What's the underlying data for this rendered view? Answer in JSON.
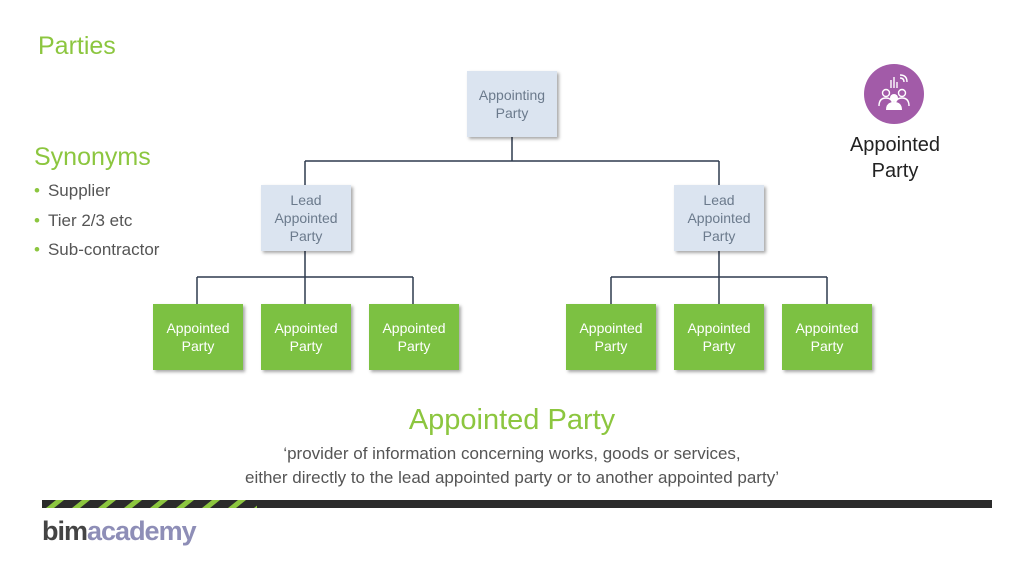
{
  "header": {
    "title": "Parties"
  },
  "synonyms": {
    "title": "Synonyms",
    "items": [
      "Supplier",
      "Tier 2/3 etc",
      "Sub-contractor"
    ]
  },
  "diagram": {
    "root": {
      "line1": "Appointing",
      "line2": "Party"
    },
    "leads": [
      {
        "line1": "Lead",
        "line2": "Appointed",
        "line3": "Party"
      },
      {
        "line1": "Lead",
        "line2": "Appointed",
        "line3": "Party"
      }
    ],
    "appointed": [
      {
        "line1": "Appointed",
        "line2": "Party"
      },
      {
        "line1": "Appointed",
        "line2": "Party"
      },
      {
        "line1": "Appointed",
        "line2": "Party"
      },
      {
        "line1": "Appointed",
        "line2": "Party"
      },
      {
        "line1": "Appointed",
        "line2": "Party"
      },
      {
        "line1": "Appointed",
        "line2": "Party"
      }
    ]
  },
  "legend": {
    "icon": "people-group-icon",
    "line1": "Appointed",
    "line2": "Party",
    "icon_color": "#a25ba8"
  },
  "definition": {
    "title": "Appointed Party",
    "line1": "‘provider of information concerning works, goods or services,",
    "line2": "either directly to the lead appointed party or to another appointed party’"
  },
  "footer": {
    "logo_part1": "bim",
    "logo_part2": "academy"
  },
  "colors": {
    "accent_green": "#8cc63f",
    "box_green": "#7cc142",
    "box_blue": "#dbe4f0",
    "connector": "#2e3a4e"
  }
}
